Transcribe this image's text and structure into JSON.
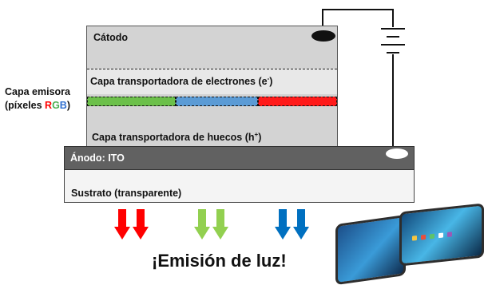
{
  "layers": {
    "cathode": "Cátodo",
    "etl": "Capa transportadora de electrones (e",
    "etl_sup": "-",
    "etl_close": ")",
    "htl": "Capa transportadora de huecos (h",
    "htl_sup": "+",
    "htl_close": ")",
    "anode": "Ánodo: ITO",
    "substrate": "Sustrato (transparente)"
  },
  "emissive": {
    "line1": "Capa emisora",
    "line2_open": "(píxeles ",
    "r": "R",
    "g": "G",
    "b": "B",
    "line2_close": ")"
  },
  "caption": "¡Emisión de luz!",
  "colors": {
    "pixel_green": "#6cc04a",
    "pixel_blue": "#5b9bd5",
    "pixel_red": "#ff1a1a",
    "arrow_red": "#ff0000",
    "arrow_green": "#92d050",
    "arrow_blue": "#0070c0"
  }
}
